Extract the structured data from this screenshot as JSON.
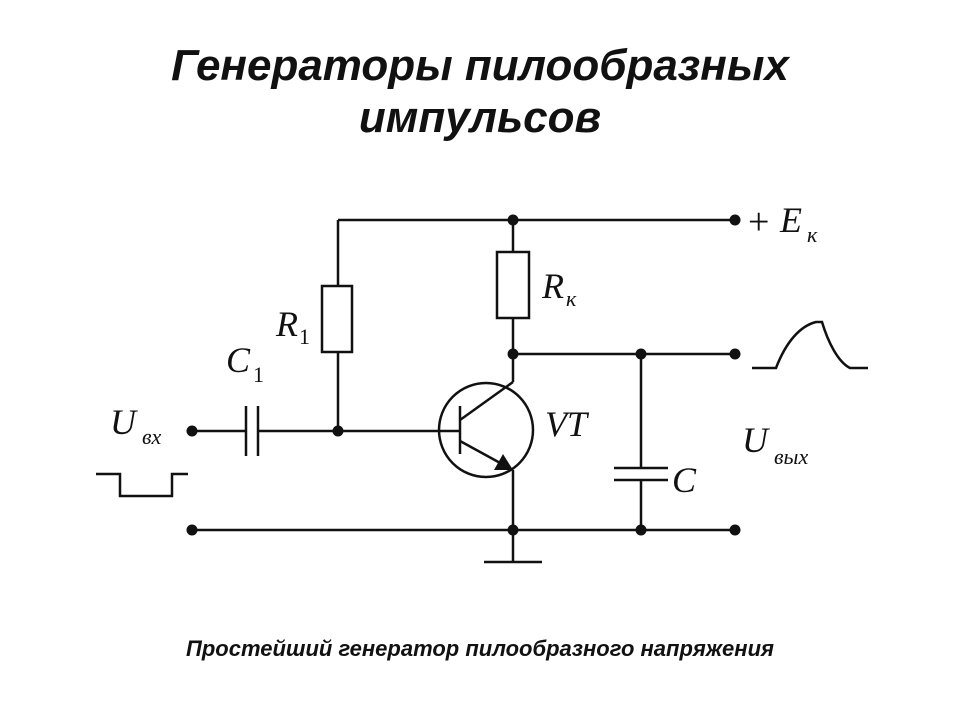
{
  "title_line1": "Генераторы пилообразных",
  "title_line2": "импульсов",
  "caption": "Простейший генератор пилообразного напряжения",
  "labels": {
    "supply_sign": "+",
    "supply_main": "E",
    "supply_sub": "к",
    "r1_main": "R",
    "r1_sub": "1",
    "rk_main": "R",
    "rk_sub": "к",
    "c1_main": "C",
    "c1_sub": "1",
    "transistor": "VT",
    "c": "C",
    "uin_main": "U",
    "uin_sub": "вх",
    "uout_main": "U",
    "uout_sub": "вых"
  },
  "colors": {
    "ink": "#111111",
    "background": "#ffffff"
  }
}
